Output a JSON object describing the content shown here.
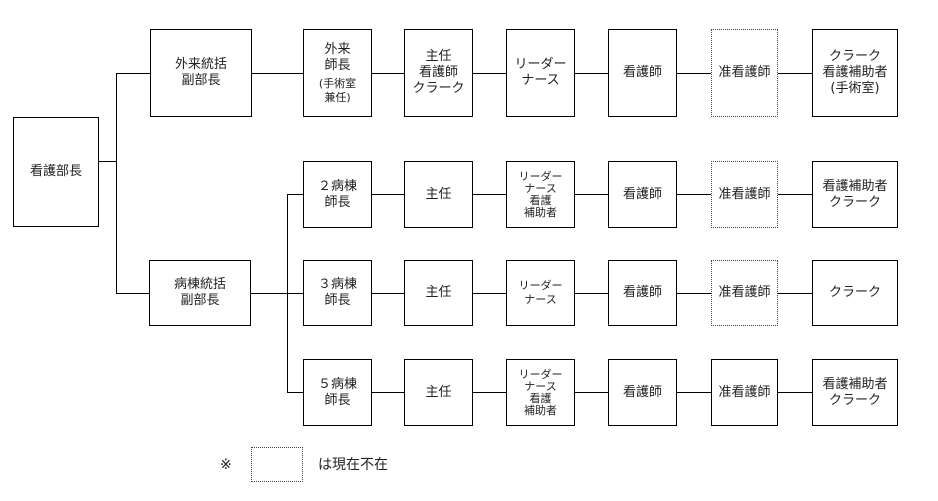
{
  "root": {
    "label": "看護部長"
  },
  "outpatient": {
    "manager": {
      "line1": "外来統括",
      "line2": "副部長"
    },
    "head": {
      "line1": "外来",
      "line2": "師長",
      "note1": "(手術室",
      "note2": "兼任)"
    },
    "chief": {
      "line1": "主任",
      "line2": "看護師",
      "line3": "クラーク"
    },
    "leader": {
      "line1": "リーダー",
      "line2": "ナース"
    },
    "nurse": "看護師",
    "assoc": "准看護師",
    "clerk": {
      "line1": "クラーク",
      "line2": "看護補助者",
      "line3": "(手術室)"
    }
  },
  "ward": {
    "manager": {
      "line1": "病棟統括",
      "line2": "副部長"
    },
    "ward2": {
      "head": {
        "line1": "２病棟",
        "line2": "師長"
      },
      "chief": "主任",
      "leader": {
        "line1": "リーダー",
        "line2": "ナース",
        "line3": "看護",
        "line4": "補助者"
      },
      "nurse": "看護師",
      "assoc": "准看護師",
      "last": {
        "line1": "看護補助者",
        "line2": "クラーク"
      }
    },
    "ward3": {
      "head": {
        "line1": "３病棟",
        "line2": "師長"
      },
      "chief": "主任",
      "leader": {
        "line1": "リーダー",
        "line2": "ナース"
      },
      "nurse": "看護師",
      "assoc": "准看護師",
      "last": "クラーク"
    },
    "ward5": {
      "head": {
        "line1": "５病棟",
        "line2": "師長"
      },
      "chief": "主任",
      "leader": {
        "line1": "リーダー",
        "line2": "ナース",
        "line3": "看護",
        "line4": "補助者"
      },
      "nurse": "看護師",
      "assoc": "准看護師",
      "last": {
        "line1": "看護補助者",
        "line2": "クラーク"
      }
    }
  },
  "legend": {
    "mark": "※",
    "text": "は現在不在"
  }
}
